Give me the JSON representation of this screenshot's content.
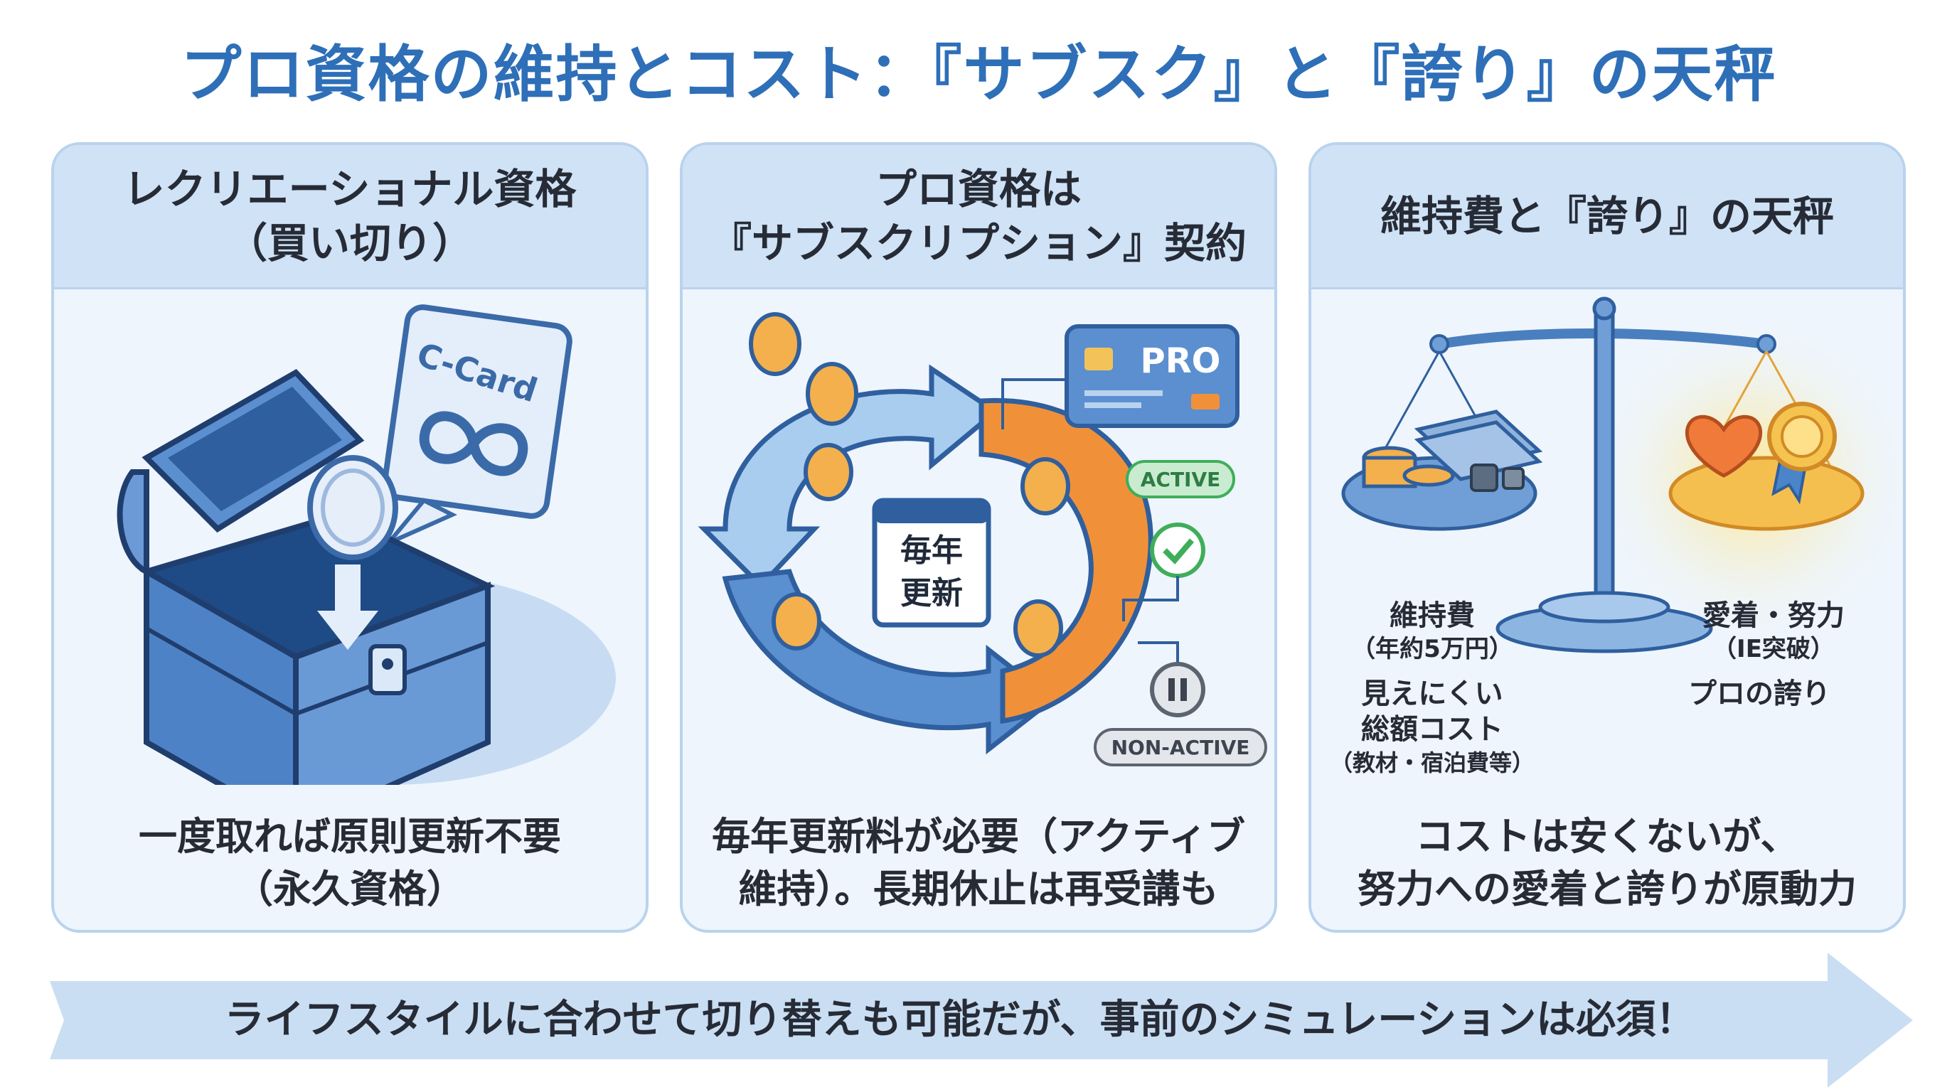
{
  "title": "プロ資格の維持とコスト：『サブスク』と『誇り』の天秤",
  "panels": [
    {
      "heading": [
        "レクリエーショナル資格",
        "（買い切り）"
      ],
      "card_label": "C-Card",
      "footer": [
        "一度取れば原則更新不要",
        "（永久資格）"
      ]
    },
    {
      "heading": [
        "プロ資格は",
        "『サブスクリプション』契約"
      ],
      "card_label": "PRO",
      "calendar_text": [
        "毎年",
        "更新"
      ],
      "status_active": "ACTIVE",
      "status_inactive": "NON-ACTIVE",
      "footer": [
        "毎年更新料が必要（アクティブ",
        "維持）。長期休止は再受講も"
      ]
    },
    {
      "heading": [
        "維持費と『誇り』の天秤"
      ],
      "left_label": [
        "維持費",
        "（年約5万円）"
      ],
      "hidden_cost": [
        "見えにくい",
        "総額コスト",
        "（教材・宿泊費等）"
      ],
      "right_label": [
        "愛着・努力",
        "（IE突破）"
      ],
      "pride_label": "プロの誇り",
      "footer": [
        "コストは安くないが、",
        "努力への愛着と誇りが原動力"
      ]
    }
  ],
  "banner": "ライフスタイルに合わせて切り替えも可能だが、事前のシミュレーションは必須！",
  "colors": {
    "title": "#2e6fb8",
    "panel_bg": "#eef5fc",
    "panel_header": "#cfe2f6",
    "accent_orange": "#f0913a",
    "accent_blue": "#4a84c9",
    "status_green": "#3fae5a"
  },
  "icons": [
    "treasure-chest-icon",
    "infinity-icon",
    "coin-icon",
    "arrow-down-icon",
    "credit-card-icon",
    "calendar-icon",
    "check-icon",
    "pause-icon",
    "balance-scale-icon",
    "heart-icon",
    "medal-icon",
    "money-stack-icon",
    "weight-icon"
  ]
}
